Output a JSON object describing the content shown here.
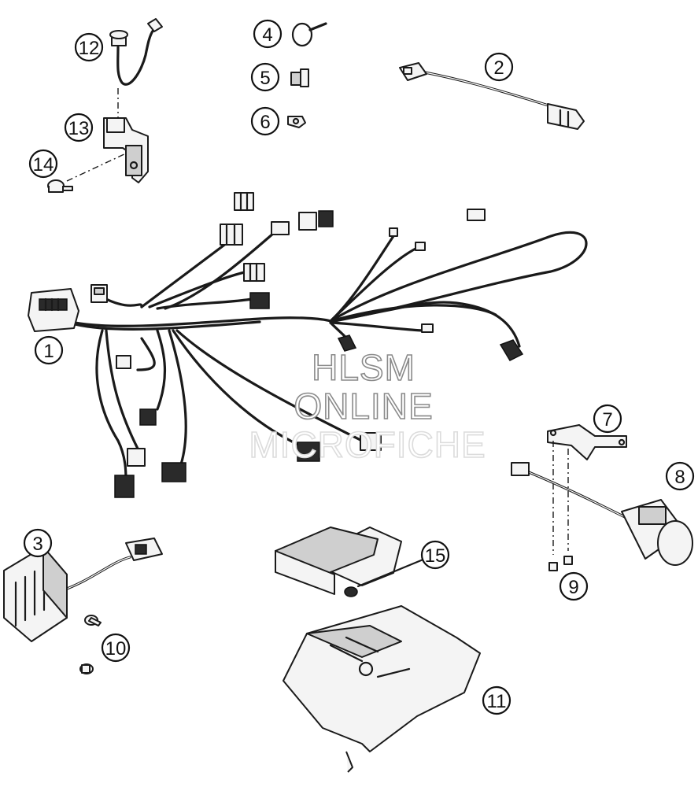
{
  "callouts": [
    "1",
    "2",
    "3",
    "4",
    "5",
    "6",
    "7",
    "8",
    "9",
    "10",
    "11",
    "12",
    "13",
    "14",
    "15"
  ],
  "watermark": {
    "line1": "HLSM",
    "line2": "ONLINE",
    "line3": "MICROFICHE",
    "color": "#8a8a8a",
    "faint_color": "#dcdcdc"
  },
  "colors": {
    "line": "#1a1a1a",
    "background": "#ffffff"
  }
}
